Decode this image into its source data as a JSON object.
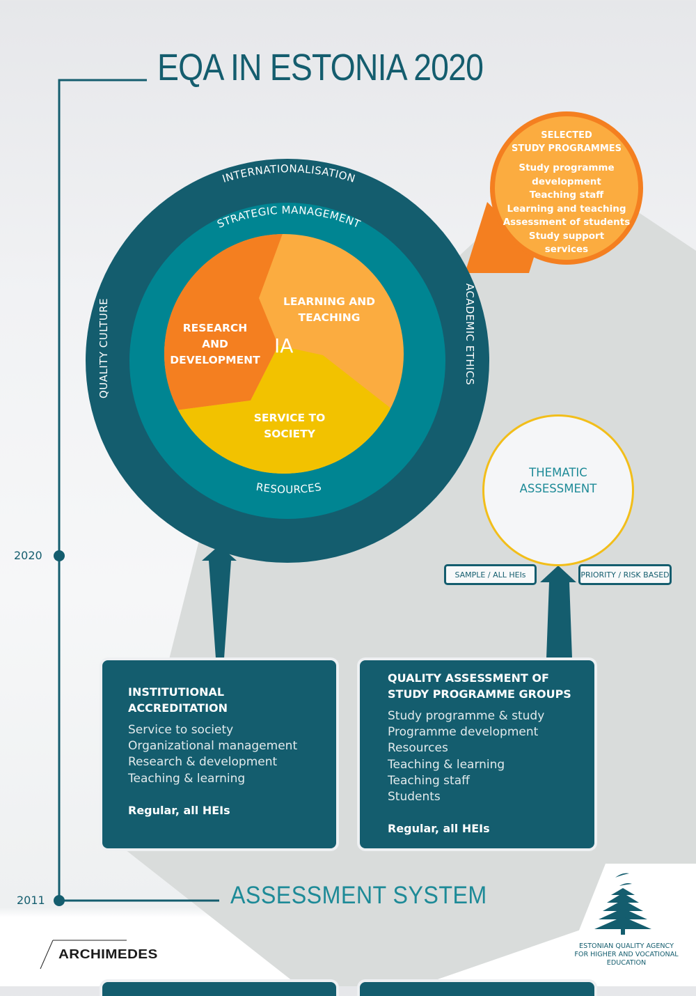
{
  "header": {
    "title": "EQA IN ESTONIA 2020"
  },
  "timeline": {
    "year_top": "2020",
    "year_bottom": "2011",
    "bottom_label": "ASSESSMENT SYSTEM"
  },
  "institutional_assessment": {
    "center_label": "IA",
    "outer_ring": {
      "top": "INTERNATIONALISATION",
      "left": "QUALITY CULTURE",
      "right": "ACADEMIC ETHICS"
    },
    "middle_ring": {
      "top": "STRATEGIC MANAGEMENT",
      "bottom": "RESOURCES"
    },
    "segments": [
      {
        "label_lines": [
          "RESEARCH",
          "AND",
          "DEVELOPMENT"
        ],
        "color": "#f47f20"
      },
      {
        "label_lines": [
          "LEARNING AND",
          "TEACHING"
        ],
        "color": "#fbac40"
      },
      {
        "label_lines": [
          "SERVICE TO",
          "SOCIETY"
        ],
        "color": "#f2c200"
      }
    ],
    "colors": {
      "outer_ring": "#145d6e",
      "middle_ring": "#008592"
    }
  },
  "selected_programmes": {
    "heading_lines": [
      "SELECTED",
      "STUDY PROGRAMMES"
    ],
    "items": [
      "Study programme",
      "development",
      "Teaching staff",
      "Learning and teaching",
      "Assessment of students",
      "Study support",
      "services"
    ],
    "colors": {
      "fill": "#fbac40",
      "border": "#f47f20"
    }
  },
  "thematic": {
    "label_lines": [
      "THEMATIC",
      "ASSESSMENT"
    ],
    "tag_left": "SAMPLE / ALL HEIs",
    "tag_right": "PRIORITY / RISK BASED",
    "border_color": "#f2be1a"
  },
  "cards": [
    {
      "title_lines": [
        "INSTITUTIONAL",
        "ACCREDITATION"
      ],
      "items": [
        "Service to society",
        "Organizational management",
        "Research & development",
        "Teaching & learning"
      ],
      "footer": "Regular, all HEIs"
    },
    {
      "title_lines": [
        "QUALITY ASSESSMENT OF",
        "STUDY PROGRAMME GROUPS"
      ],
      "items": [
        "Study programme & study",
        "Programme development",
        "Resources",
        "Teaching & learning",
        "Teaching staff",
        "Students"
      ],
      "footer": "Regular, all HEIs"
    }
  ],
  "footer": {
    "left_logo": "ARCHIMEDES",
    "agency_lines": [
      "ESTONIAN QUALITY AGENCY",
      "FOR HIGHER AND VOCATIONAL",
      "EDUCATION"
    ]
  }
}
